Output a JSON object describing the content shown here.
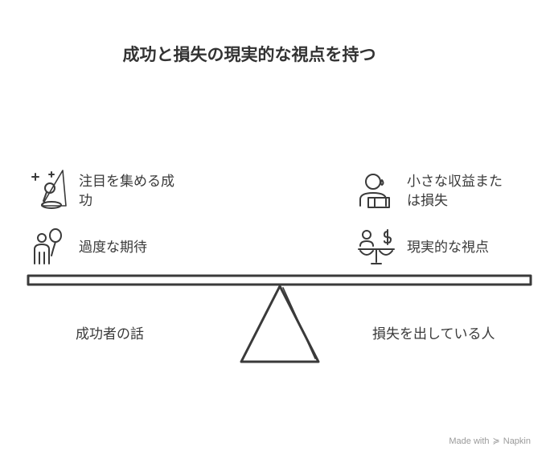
{
  "title": "成功と損失の現実的な視点を持つ",
  "left": {
    "items": [
      {
        "label_line1": "注目を集める成",
        "label_line2": "功",
        "icon": "spotlight-microphone-icon"
      },
      {
        "label": "過度な期待",
        "icon": "person-balloon-icon"
      }
    ],
    "base_label": "成功者の話"
  },
  "right": {
    "items": [
      {
        "label_line1": "小さな収益また",
        "label_line2": "は損失",
        "icon": "person-sweat-box-icon"
      },
      {
        "label": "現実的な視点",
        "icon": "person-scale-dollar-icon"
      }
    ],
    "base_label": "損失を出している人"
  },
  "footer": {
    "made_with": "Made with",
    "brand": "Napkin"
  },
  "colors": {
    "stroke": "#3a3a3a",
    "text": "#3a3a3a",
    "footer": "#9a9a9a"
  }
}
